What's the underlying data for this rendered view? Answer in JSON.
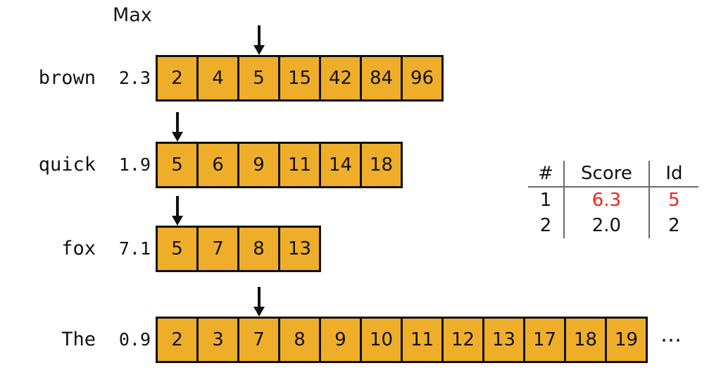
{
  "header": {
    "max_label": "Max"
  },
  "colors": {
    "cell_fill": "#EFAE2A",
    "cell_border": "#111111",
    "highlight": "#F8201E",
    "text": "#111111",
    "rule": "#6b6b6b",
    "background": "#ffffff"
  },
  "rows": [
    {
      "term": "brown",
      "score": "2.3",
      "cells": [
        "2",
        "4",
        "5",
        "15",
        "42",
        "84",
        "96"
      ],
      "cursor_index": 2,
      "truncated": false,
      "ellipsis": ""
    },
    {
      "term": "quick",
      "score": "1.9",
      "cells": [
        "5",
        "6",
        "9",
        "11",
        "14",
        "18"
      ],
      "cursor_index": 0,
      "truncated": false,
      "ellipsis": ""
    },
    {
      "term": "fox",
      "score": "7.1",
      "cells": [
        "5",
        "7",
        "8",
        "13"
      ],
      "cursor_index": 0,
      "truncated": false,
      "ellipsis": ""
    },
    {
      "term": "The",
      "score": "0.9",
      "cells": [
        "2",
        "3",
        "7",
        "8",
        "9",
        "10",
        "11",
        "12",
        "13",
        "17",
        "18",
        "19"
      ],
      "cursor_index": 2,
      "truncated": true,
      "ellipsis": "⋯"
    }
  ],
  "score_table": {
    "columns": [
      "#",
      "Score",
      "Id"
    ],
    "rows": [
      {
        "num": "1",
        "score": "6.3",
        "id": "5",
        "highlight": true
      },
      {
        "num": "2",
        "score": "2.0",
        "id": "2",
        "highlight": false
      }
    ]
  }
}
